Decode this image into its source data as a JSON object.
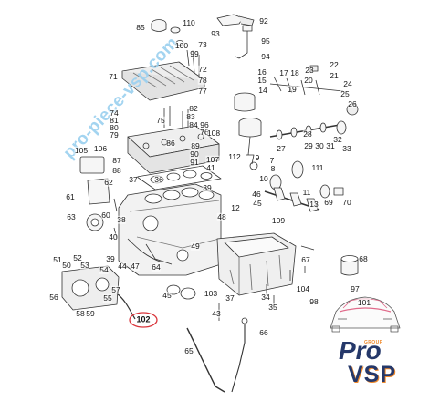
{
  "diagram": {
    "watermark": "pro-piece-vsp.com",
    "watermark_color": "#9fd2f0",
    "highlight_color": "#d9343a",
    "logo": {
      "top": "Pro",
      "tag": "GROUP",
      "bottom": "VSP",
      "primary_color": "#25386a",
      "accent_color": "#f08a2c"
    }
  },
  "callouts": [
    "85",
    "110",
    "100",
    "99",
    "73",
    "92",
    "93",
    "95",
    "94",
    "71",
    "72",
    "78",
    "77",
    "22",
    "16",
    "17",
    "18",
    "23",
    "21",
    "15",
    "20",
    "14",
    "19",
    "24",
    "25",
    "26",
    "74",
    "81",
    "80",
    "79",
    "75",
    "82",
    "83",
    "84",
    "96",
    "76",
    "108",
    "86",
    "89",
    "90",
    "91",
    "107",
    "41",
    "87",
    "88",
    "105",
    "106",
    "37",
    "36",
    "39",
    "112",
    "9",
    "7",
    "8",
    "27",
    "28",
    "29",
    "30",
    "31",
    "32",
    "33",
    "111",
    "10",
    "11",
    "13",
    "69",
    "70",
    "12",
    "46",
    "45",
    "109",
    "61",
    "62",
    "63",
    "60",
    "38",
    "40",
    "48",
    "49",
    "67",
    "68",
    "39",
    "44",
    "47",
    "64",
    "51",
    "52",
    "50",
    "53",
    "54",
    "56",
    "57",
    "55",
    "58",
    "59",
    "102",
    "45",
    "103",
    "37",
    "34",
    "35",
    "104",
    "43",
    "65",
    "66",
    "98",
    "97",
    "101"
  ]
}
